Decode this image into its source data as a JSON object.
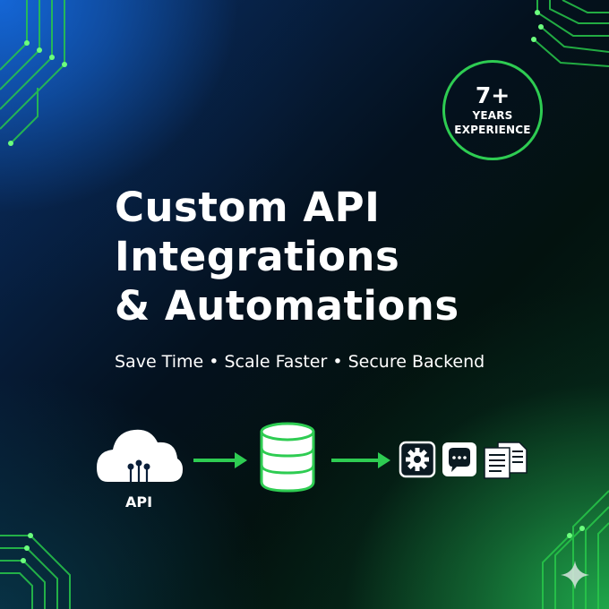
{
  "badge": {
    "number": "7+",
    "line1": "YEARS",
    "line2": "EXPERIENCE"
  },
  "headline": {
    "line1": "Custom API",
    "line2": "Integrations",
    "line3": "& Automations"
  },
  "tagline": "Save Time • Scale Faster • Secure Backend",
  "flow": {
    "source_label": "API"
  },
  "icons": [
    "cloud-icon",
    "database-icon",
    "gear-icon",
    "chat-icon",
    "documents-icon",
    "sparkle-icon"
  ],
  "colors": {
    "accent": "#2ecc52",
    "text": "#ffffff",
    "blue": "#1466d6"
  }
}
